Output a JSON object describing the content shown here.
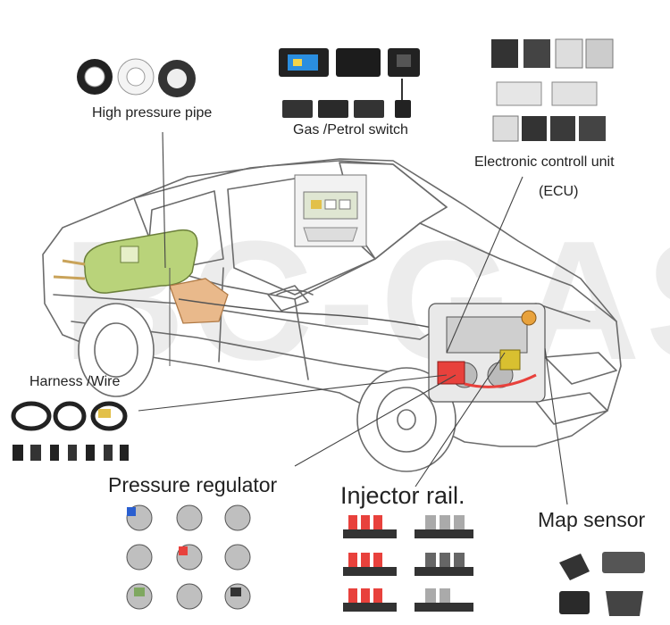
{
  "watermark": "BC-GAS",
  "labels": {
    "high_pressure_pipe": "High pressure pipe",
    "gas_petrol_switch": "Gas /Petrol switch",
    "ecu_line1": "Electronic controll unit",
    "ecu_line2": "(ECU)",
    "harness_wire": "Harness /Wire",
    "pressure_regulator": "Pressure regulator",
    "injector_rail": "Injector rail.",
    "map_sensor": "Map sensor"
  },
  "colors": {
    "tank": "#b9d37a",
    "reducer": "#e9b98b",
    "injector_red": "#e8413c",
    "line": "#555555"
  }
}
